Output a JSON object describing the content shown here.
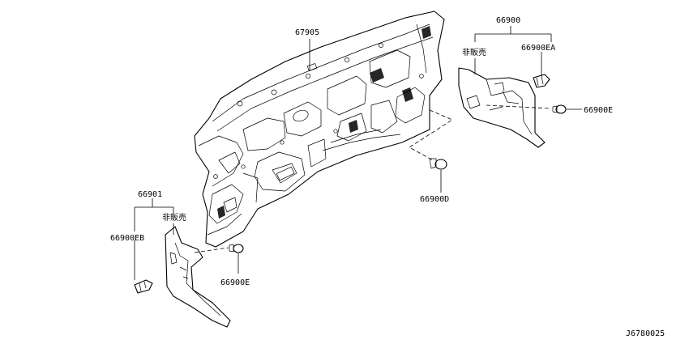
{
  "parts": {
    "dash_insulator": "67905",
    "rh_trim_assembly": "66900",
    "rh_not_sold": "非販売",
    "rh_clip_ea": "66900EA",
    "rh_clip_e": "66900E",
    "center_clip_d": "66900D",
    "lh_trim_assembly": "66901",
    "lh_not_sold": "非販売",
    "lh_clip_eb": "66900EB",
    "lh_clip_e": "66900E"
  },
  "diagram_id": "J6780025"
}
